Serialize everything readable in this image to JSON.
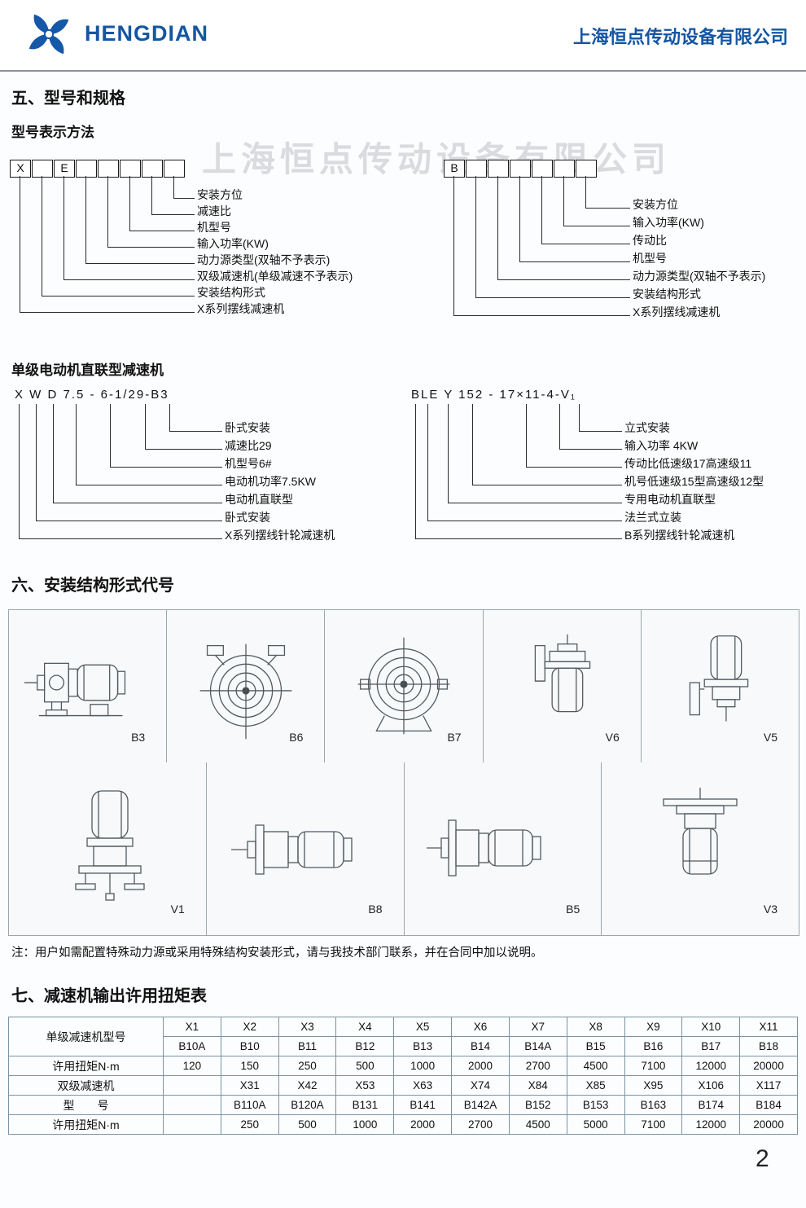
{
  "header": {
    "brand": "HENGDIAN",
    "company": "上海恒点传动设备有限公司"
  },
  "watermark": "上海恒点传动设备有限公司",
  "section5": {
    "title": "五、型号和规格",
    "subtitle": "型号表示方法",
    "diagram_x": {
      "boxes": [
        "X",
        "",
        "E",
        "",
        "",
        "",
        "",
        ""
      ],
      "labels": [
        "安装方位",
        "减速比",
        "机型号",
        "输入功率(KW)",
        "动力源类型(双轴不予表示)",
        "双级减速机(单级减速不予表示)",
        "安装结构形式",
        "X系列摆线减速机"
      ]
    },
    "diagram_b": {
      "boxes": [
        "B",
        "",
        "",
        "",
        "",
        "",
        ""
      ],
      "labels": [
        "安装方位",
        "输入功率(KW)",
        "传动比",
        "机型号",
        "动力源类型(双轴不予表示)",
        "安装结构形式",
        "X系列摆线减速机"
      ]
    }
  },
  "section_direct": {
    "title": "单级电动机直联型减速机",
    "example_x": {
      "code": "X W D 7.5 - 6-1/29-B3",
      "labels": [
        "卧式安装",
        "减速比29",
        "机型号6#",
        "电动机功率7.5KW",
        "电动机直联型",
        "卧式安装",
        "X系列摆线针轮减速机"
      ]
    },
    "example_b": {
      "code": "BLE Y 152 - 17×11-4-V₁",
      "labels": [
        "立式安装",
        "输入功率 4KW",
        "传动比低速级17高速级11",
        "机号低速级15型高速级12型",
        "专用电动机直联型",
        "法兰式立装",
        "B系列摆线针轮减速机"
      ]
    }
  },
  "section6": {
    "title": "六、安装结构形式代号",
    "cells_top": [
      "B3",
      "B6",
      "B7",
      "V6",
      "V5"
    ],
    "cells_bottom": [
      "V1",
      "B8",
      "B5",
      "V3"
    ],
    "note": "注：用户如需配置特殊动力源或采用特殊结构安装形式，请与我技术部门联系，并在合同中加以说明。"
  },
  "section7": {
    "title": "七、减速机输出许用扭矩表",
    "table": {
      "row_headers": [
        "单级减速机型号",
        "许用扭矩N·m",
        "双级减速机",
        "型　　号",
        "许用扭矩N·m"
      ],
      "rows": [
        [
          "X1",
          "X2",
          "X3",
          "X4",
          "X5",
          "X6",
          "X7",
          "X8",
          "X9",
          "X10",
          "X11"
        ],
        [
          "B10A",
          "B10",
          "B11",
          "B12",
          "B13",
          "B14",
          "B14A",
          "B15",
          "B16",
          "B17",
          "B18"
        ],
        [
          "120",
          "150",
          "250",
          "500",
          "1000",
          "2000",
          "2700",
          "4500",
          "7100",
          "12000",
          "20000"
        ],
        [
          "",
          "X31",
          "X42",
          "X53",
          "X63",
          "X74",
          "X84",
          "X85",
          "X95",
          "X106",
          "X117"
        ],
        [
          "",
          "B110A",
          "B120A",
          "B131",
          "B141",
          "B142A",
          "B152",
          "B153",
          "B163",
          "B174",
          "B184"
        ],
        [
          "",
          "250",
          "500",
          "1000",
          "2000",
          "2700",
          "4500",
          "5000",
          "7100",
          "12000",
          "20000"
        ]
      ]
    }
  },
  "page_number": "2"
}
